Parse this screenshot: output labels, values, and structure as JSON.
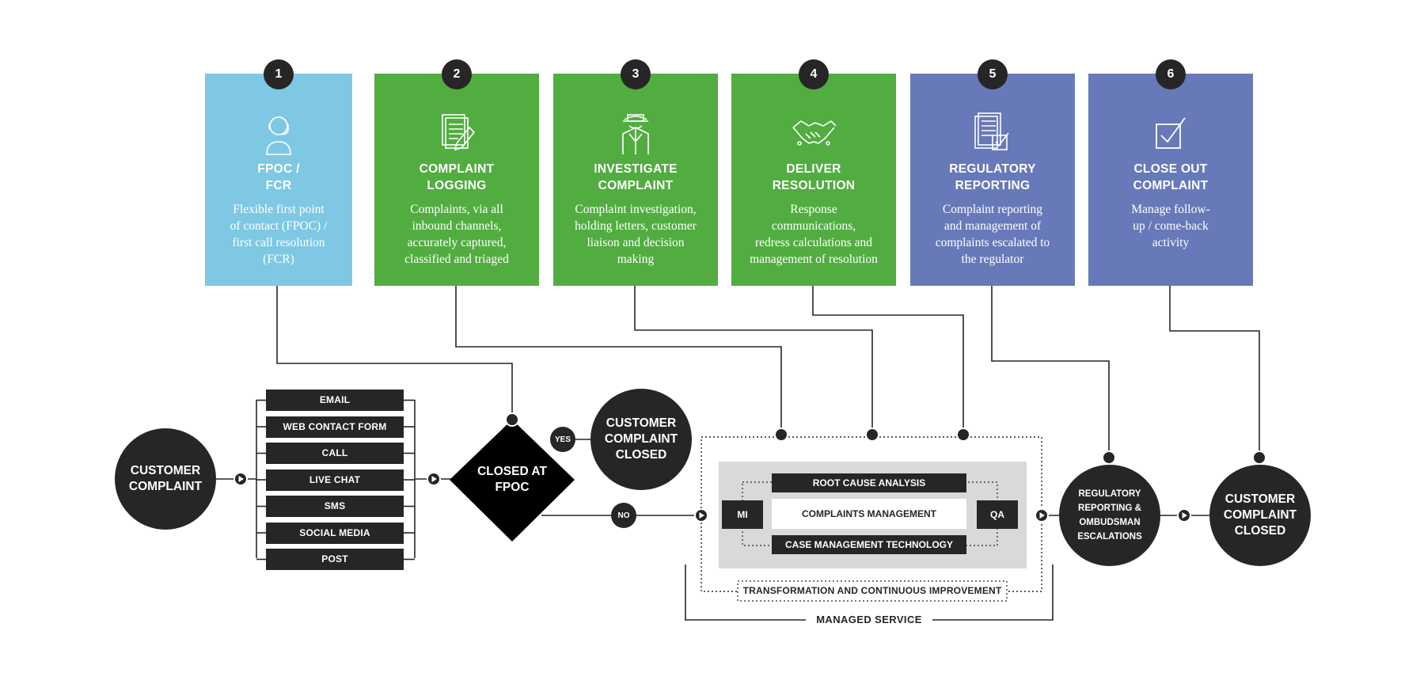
{
  "colors": {
    "light_blue": "#7ec8e3",
    "green": "#52ad41",
    "purple": "#6879b9",
    "dark": "#262626",
    "panel": "#d9d9d9"
  },
  "steps": [
    {
      "number": "1",
      "title": "FPOC /\nFCR",
      "description": "Flexible first point\nof contact (FPOC) /\nfirst call resolution\n(FCR)",
      "icon": "headset-agent-icon",
      "color": "light_blue"
    },
    {
      "number": "2",
      "title": "COMPLAINT\nLOGGING",
      "description": "Complaints, via all\ninbound channels,\naccurately captured,\nclassified and triaged",
      "icon": "document-pen-icon",
      "color": "green"
    },
    {
      "number": "3",
      "title": "INVESTIGATE\nCOMPLAINT",
      "description": "Complaint investigation,\nholding letters, customer\nliaison and decision\nmaking",
      "icon": "detective-icon",
      "color": "green"
    },
    {
      "number": "4",
      "title": "DELIVER\nRESOLUTION",
      "description": "Response\ncommunications,\nredress calculations and\nmanagement of resolution",
      "icon": "handshake-icon",
      "color": "green"
    },
    {
      "number": "5",
      "title": "REGULATORY\nREPORTING",
      "description": "Complaint reporting\nand management of\ncomplaints escalated to\nthe regulator",
      "icon": "report-check-icon",
      "color": "purple"
    },
    {
      "number": "6",
      "title": "CLOSE OUT\nCOMPLAINT",
      "description": "Manage follow-\nup / come-back\nactivity",
      "icon": "checkbox-icon",
      "color": "purple"
    }
  ],
  "flow": {
    "start": "CUSTOMER\nCOMPLAINT",
    "channels": [
      "EMAIL",
      "WEB CONTACT FORM",
      "CALL",
      "LIVE CHAT",
      "SMS",
      "SOCIAL MEDIA",
      "POST"
    ],
    "decision": "CLOSED AT\nFPOC",
    "yes_label": "YES",
    "no_label": "NO",
    "closed_early": "CUSTOMER\nCOMPLAINT\nCLOSED",
    "root_cause": "ROOT CAUSE ANALYSIS",
    "core": "COMPLAINTS MANAGEMENT",
    "case_tech": "CASE MANAGEMENT TECHNOLOGY",
    "mi": "MI",
    "qa": "QA",
    "transformation": "TRANSFORMATION AND CONTINUOUS IMPROVEMENT",
    "managed_service": "MANAGED SERVICE",
    "regulatory": "REGULATORY\nREPORTING &\nOMBUDSMAN\nESCALATIONS",
    "end": "CUSTOMER\nCOMPLAINT\nCLOSED"
  }
}
